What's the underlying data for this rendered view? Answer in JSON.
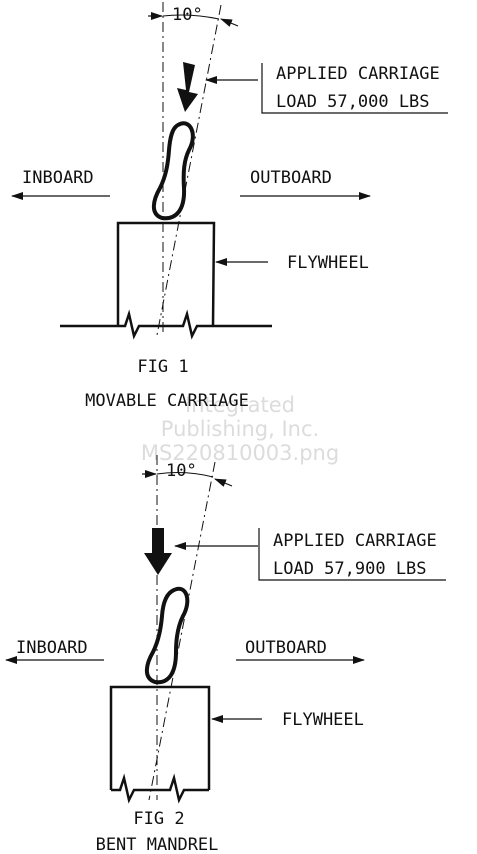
{
  "watermark": {
    "line1": "Integrated",
    "line2": "Publishing, Inc.",
    "line3": "MS220810003.png"
  },
  "fig1": {
    "angle": "10°",
    "load_line1": "APPLIED CARRIAGE",
    "load_line2": "LOAD 57,000 LBS",
    "inboard": "INBOARD",
    "outboard": "OUTBOARD",
    "flywheel": "FLYWHEEL",
    "caption_line1": "FIG 1",
    "caption_line2": "MOVABLE CARRIAGE"
  },
  "fig2": {
    "angle": "10°",
    "load_line1": "APPLIED CARRIAGE",
    "load_line2": "LOAD 57,900 LBS",
    "inboard": "INBOARD",
    "outboard": "OUTBOARD",
    "flywheel": "FLYWHEEL",
    "caption_line1": "FIG 2",
    "caption_line2": "BENT MANDREL"
  }
}
